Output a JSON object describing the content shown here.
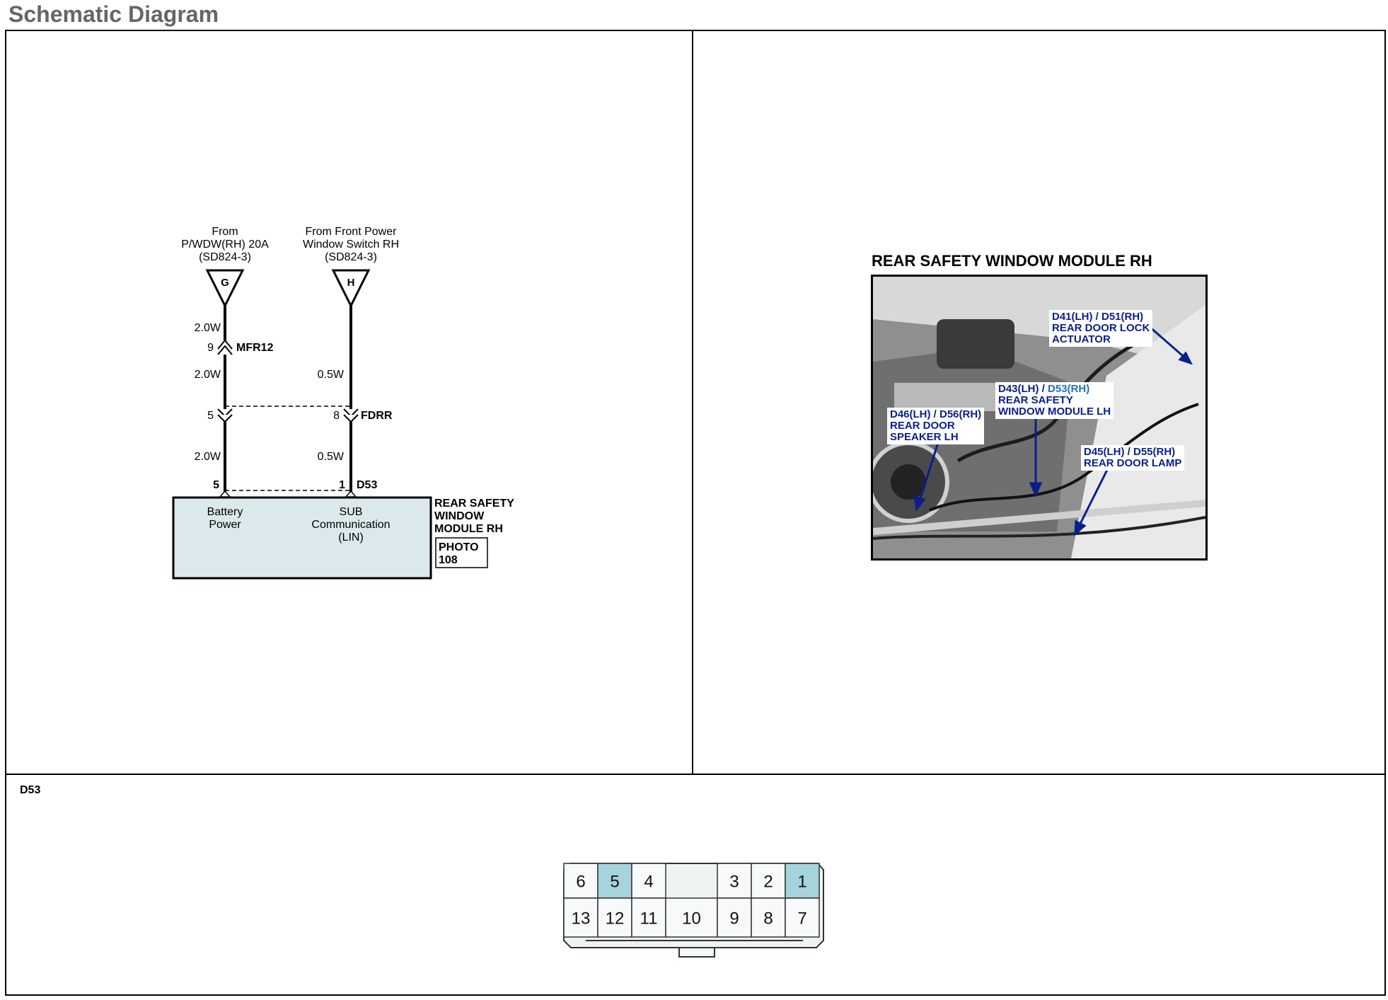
{
  "page_title": "Schematic Diagram",
  "schematic": {
    "source_g": {
      "lines": [
        "From",
        "P/WDW(RH) 20A",
        "(SD824-3)"
      ],
      "symbol": "G"
    },
    "source_h": {
      "lines": [
        "From Front Power",
        "Window Switch RH",
        "(SD824-3)"
      ],
      "symbol": "H"
    },
    "wire_g": {
      "gauge_top": "2.0W",
      "gauge_mid": "2.0W",
      "gauge_bottom": "2.0W",
      "mfr12_pin": "9",
      "fdrr_pin": "5",
      "module_pin": "5"
    },
    "wire_h": {
      "gauge_mid": "0.5W",
      "gauge_bottom": "0.5W",
      "fdrr_pin": "8",
      "module_pin": "1"
    },
    "connector_mfr12": "MFR12",
    "connector_fdrr": "FDRR",
    "connector_d53": "D53",
    "module": {
      "battery_label": [
        "Battery",
        "Power"
      ],
      "sub_label": [
        "SUB",
        "Communication",
        "(LIN)"
      ],
      "name_lines": [
        "REAR SAFETY",
        "WINDOW",
        "MODULE RH"
      ],
      "photo_ref": [
        "PHOTO",
        "108"
      ]
    }
  },
  "photo": {
    "title": "REAR SAFETY WINDOW MODULE RH",
    "callouts": {
      "lock": [
        "D41(LH) / D51(RH)",
        "REAR DOOR LOCK",
        "ACTUATOR"
      ],
      "window": {
        "prefix": "D43(LH) / ",
        "highlight": "D53(RH)",
        "line2": "REAR SAFETY",
        "line3": "WINDOW MODULE LH"
      },
      "speaker": [
        "D46(LH) / D56(RH)",
        "REAR DOOR",
        "SPEAKER LH"
      ],
      "lamp": [
        "D45(LH) / D55(RH)",
        "REAR DOOR LAMP"
      ]
    }
  },
  "connector_view": {
    "id": "D53",
    "highlight_color": "#a6d4dc",
    "top_row": [
      "6",
      "5",
      "4",
      "3",
      "2",
      "1"
    ],
    "bottom_row": [
      "13",
      "12",
      "11",
      "10",
      "9",
      "8",
      "7"
    ],
    "highlighted_pins": [
      "5",
      "1"
    ]
  }
}
